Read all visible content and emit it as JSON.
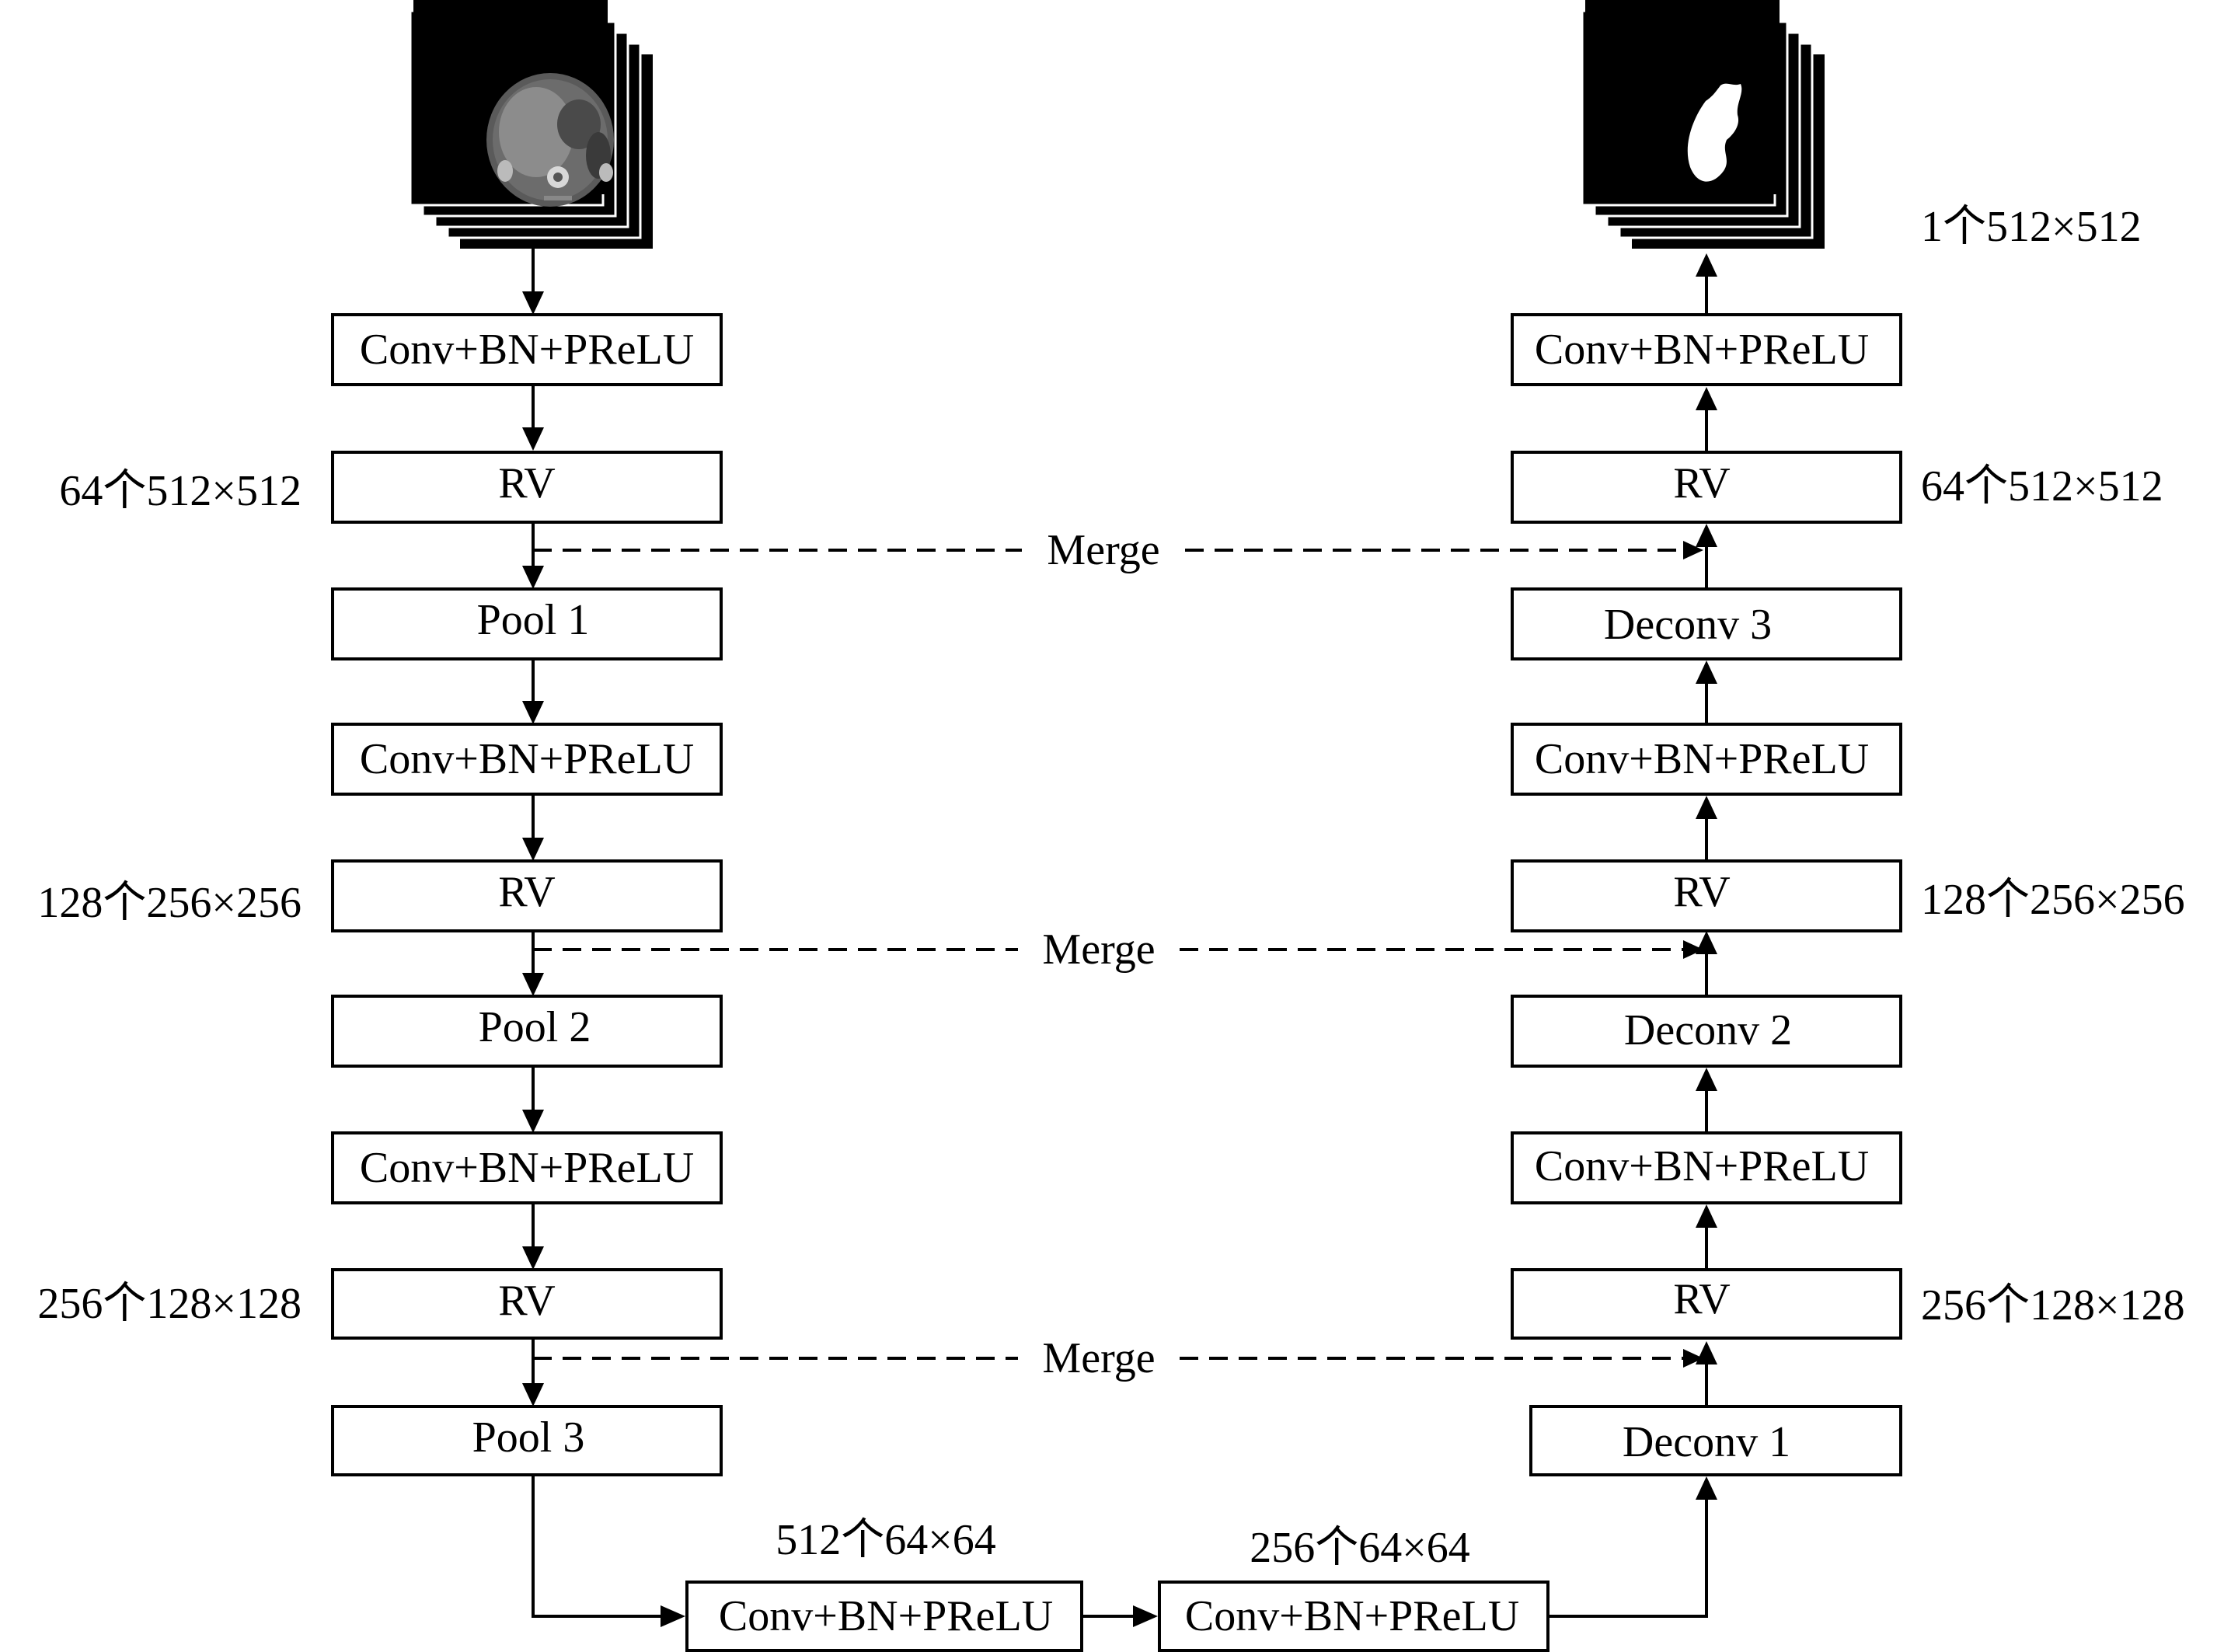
{
  "encoder": {
    "blocks": [
      "Conv+BN+PReLU",
      "RV",
      "Pool 1",
      "Conv+BN+PReLU",
      "RV",
      "Pool 2",
      "Conv+BN+PReLU",
      "RV",
      "Pool 3"
    ],
    "sizes": [
      "64个512×512",
      "128个256×256",
      "256个128×128"
    ]
  },
  "decoder": {
    "blocks": [
      "Conv+BN+PReLU",
      "RV",
      "Deconv 3",
      "Conv+BN+PReLU",
      "RV",
      "Deconv 2",
      "Conv+BN+PReLU",
      "RV",
      "Deconv 1"
    ],
    "sizes": [
      "1个512×512",
      "64个512×512",
      "128个256×256",
      "256个128×128"
    ]
  },
  "bottleneck": {
    "blocks": [
      "Conv+BN+PReLU",
      "Conv+BN+PReLU"
    ],
    "sizes": [
      "512个64×64",
      "256个64×64"
    ]
  },
  "merge_labels": [
    "Merge",
    "Merge",
    "Merge"
  ],
  "images": {
    "input": "ct-slice-stack",
    "output": "liver-mask-stack"
  }
}
